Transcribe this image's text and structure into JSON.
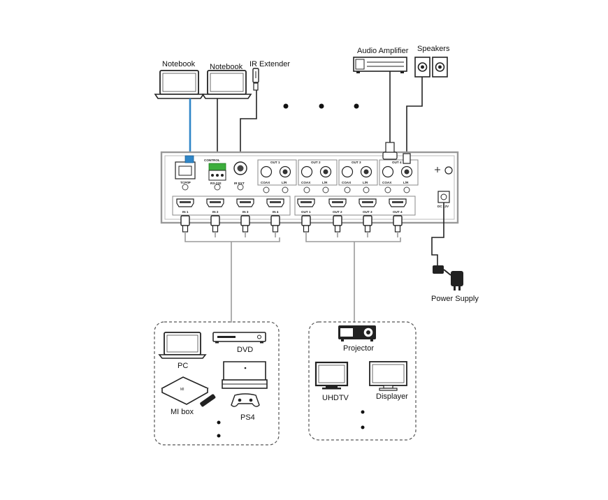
{
  "labels": {
    "notebook_1": "Notebook",
    "notebook_2": "Notebook",
    "ir_extender": "IR Extender",
    "audio_amplifier": "Audio Amplifier",
    "speakers": "Speakers",
    "power_supply": "Power Supply"
  },
  "panel": {
    "tcp_ip": "TCP/IP",
    "control": "CONTROL",
    "rs232": "RS-232",
    "ir_ext": "IR EXT",
    "dc": "DC 12V",
    "outputs": [
      {
        "name": "OUT 1",
        "coax": "COAX",
        "lr": "L/R"
      },
      {
        "name": "OUT 2",
        "coax": "COAX",
        "lr": "L/R"
      },
      {
        "name": "OUT 3",
        "coax": "COAX",
        "lr": "L/R"
      },
      {
        "name": "OUT 4",
        "coax": "COAX",
        "lr": "L/R"
      }
    ],
    "hdmi_in": [
      "IN 1",
      "IN 2",
      "IN 3",
      "IN 4"
    ],
    "hdmi_out": [
      "OUT 1",
      "OUT 2",
      "OUT 3",
      "OUT 4"
    ]
  },
  "sources": {
    "pc": "PC",
    "dvd": "DVD",
    "mi_box": "MI box",
    "ps4": "PS4"
  },
  "displays": {
    "projector": "Projector",
    "uhdtv": "UHDTV",
    "displayer": "Displayer"
  },
  "colors": {
    "network_cable": "#2f86c8",
    "control_terminal": "#3cae3c",
    "line": "#222222",
    "grey_cable": "#9a9a9a"
  }
}
